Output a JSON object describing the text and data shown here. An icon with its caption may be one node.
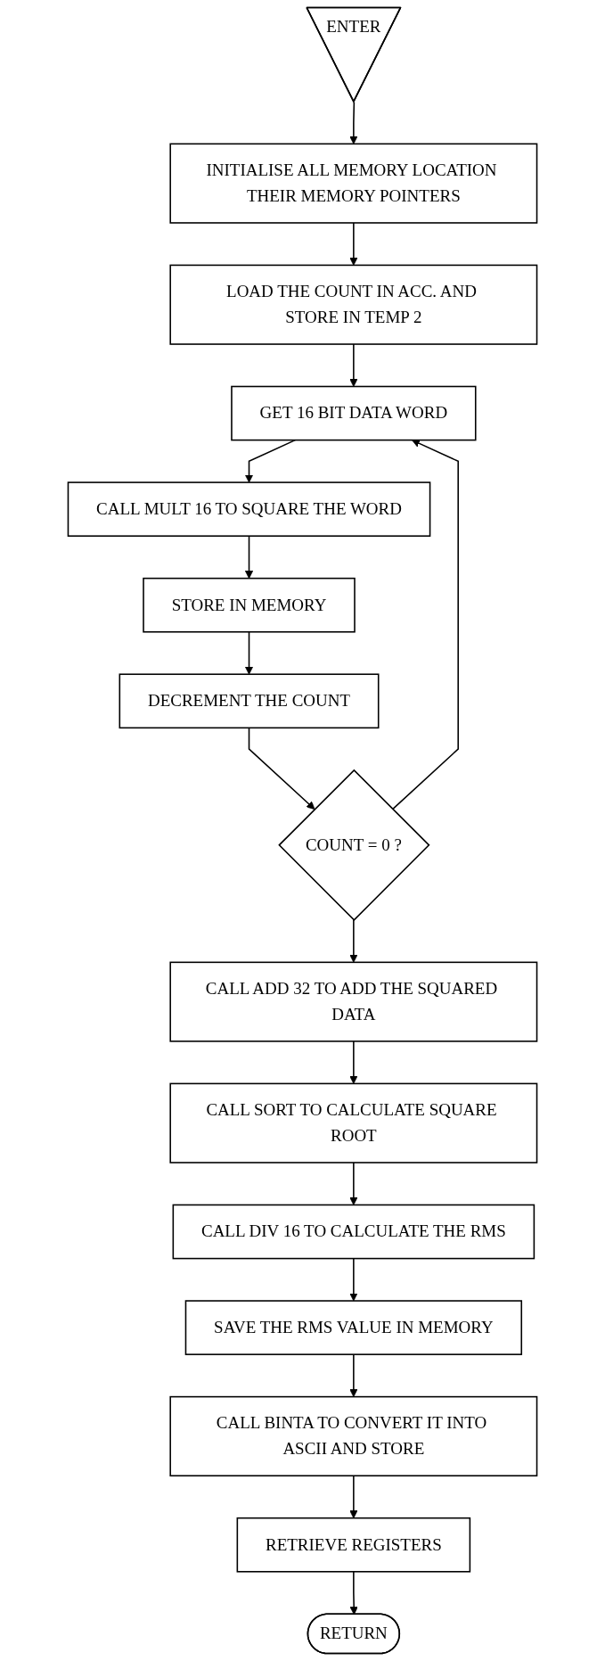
{
  "diagram": {
    "nodes": [
      {
        "text": [
          "ENTER"
        ]
      },
      {
        "text": [
          "INITIALISE ALL MEMORY LOCATION THEIR MEMORY POINTERS"
        ]
      },
      {
        "text": [
          "LOAD THE COUNT IN ACC. AND STORE IN TEMP 2"
        ]
      },
      {
        "text": [
          "GET 16 BIT DATA WORD"
        ]
      },
      {
        "text": [
          "CALL MULT 16 TO SQUARE THE WORD"
        ]
      },
      {
        "text": [
          "STORE IN MEMORY"
        ]
      },
      {
        "text": [
          "DECREMENT THE COUNT"
        ]
      },
      {
        "text": [
          "COUNT = 0 ?"
        ]
      },
      {
        "text": [
          "CALL ADD 32 TO ADD THE SQUARED DATA"
        ]
      },
      {
        "text": [
          "CALL SORT TO CALCULATE SQUARE ROOT"
        ]
      },
      {
        "text": [
          "CALL DIV 16 TO CALCULATE THE RMS"
        ]
      },
      {
        "text": [
          "SAVE THE RMS VALUE IN MEMORY"
        ]
      },
      {
        "text": [
          "CALL BINTA TO CONVERT IT INTO ASCII AND STORE"
        ]
      },
      {
        "text": [
          "RETRIEVE REGISTERS"
        ]
      },
      {
        "text": [
          "RETURN"
        ]
      }
    ],
    "edges": [
      {
        "from": 0,
        "to": 1,
        "arrow": "to"
      },
      {
        "from": 1,
        "to": 2,
        "arrow": "to"
      },
      {
        "from": 2,
        "to": 3,
        "arrow": "to"
      },
      {
        "from": 3,
        "to": 4,
        "arrow": "to"
      },
      {
        "from": 4,
        "to": 5,
        "arrow": "to"
      },
      {
        "from": 5,
        "to": 6,
        "arrow": "to"
      },
      {
        "from": 6,
        "to": 7,
        "arrow": "to"
      },
      {
        "from": 7,
        "to": 3,
        "arrow": "to"
      },
      {
        "from": 7,
        "to": 8,
        "arrow": "to"
      },
      {
        "from": 8,
        "to": 9,
        "arrow": "to"
      },
      {
        "from": 9,
        "to": 10,
        "arrow": "to"
      },
      {
        "from": 10,
        "to": 11,
        "arrow": "to"
      },
      {
        "from": 11,
        "to": 12,
        "arrow": "to"
      },
      {
        "from": 12,
        "to": 13,
        "arrow": "to"
      },
      {
        "from": 13,
        "to": 14,
        "arrow": "to"
      }
    ]
  }
}
